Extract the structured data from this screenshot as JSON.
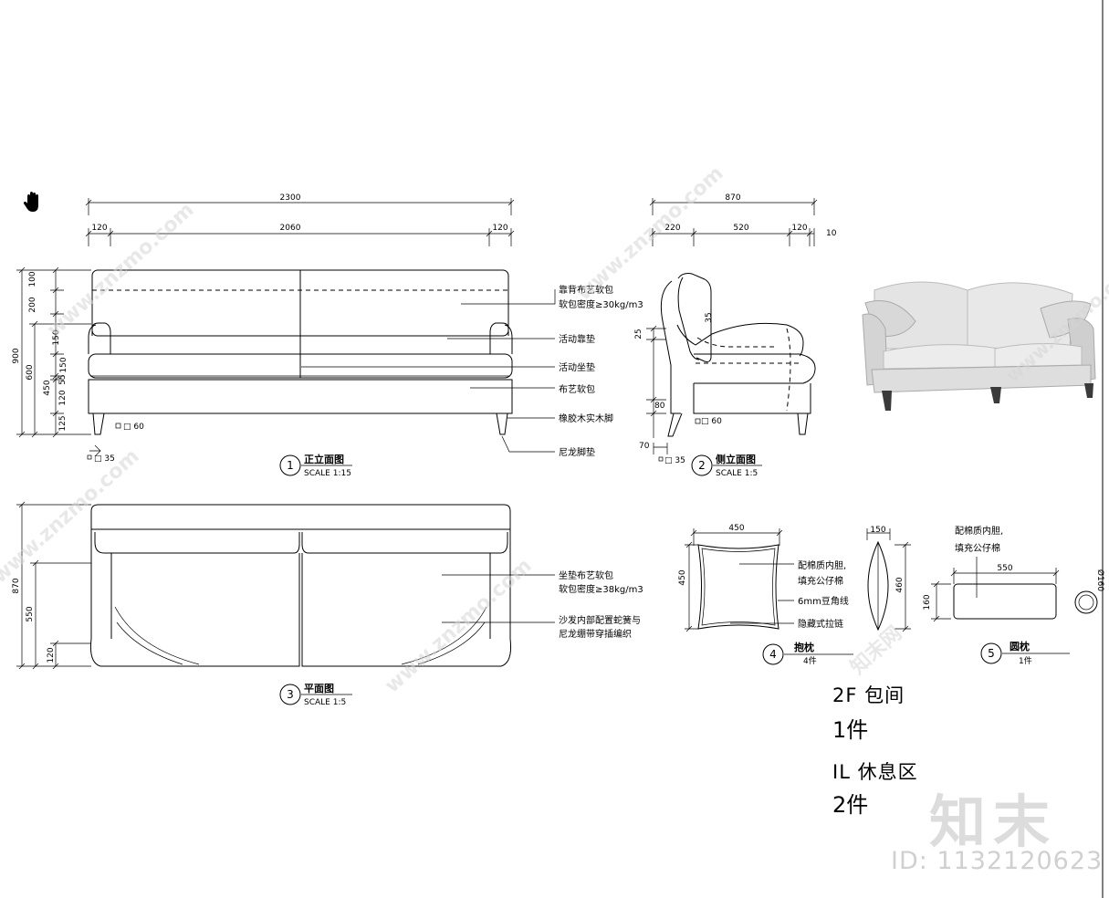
{
  "front_view": {
    "dims_top": {
      "overall": "2300",
      "left": "120",
      "middle": "2060",
      "right": "120"
    },
    "dims_left": {
      "total": "900",
      "seat": "600",
      "d100": "100",
      "d200": "200",
      "d150a": "150",
      "d150b": "150",
      "d450": "450",
      "d55": "55",
      "d120": "120",
      "d125": "125"
    },
    "leg_note": "□ 60",
    "foot_note": "□ 35",
    "callouts": [
      "靠背布艺软包",
      "软包密度≥30kg/m3",
      "活动靠垫",
      "活动坐垫",
      "布艺软包",
      "橡胶木实木脚",
      "尼龙脚垫"
    ],
    "number": "1",
    "title": "正立面图",
    "scale": "SCALE 1:15"
  },
  "side_view": {
    "dims_top": {
      "overall": "870",
      "d220": "220",
      "d520": "520",
      "d120": "120",
      "d10": "10"
    },
    "dims_misc": {
      "d25": "25",
      "d35": "35",
      "d80": "80",
      "d70": "70"
    },
    "leg_note": "□ 60",
    "foot_note": "□ 35",
    "number": "2",
    "title": "侧立面图",
    "scale": "SCALE 1:5"
  },
  "plan_view": {
    "dims_left": {
      "total": "870",
      "seat": "550",
      "d120": "120"
    },
    "callouts": [
      "坐垫布艺软包",
      "软包密度≥38kg/m3",
      "沙发内部配置蛇簧与",
      "尼龙绷带穿插编织"
    ],
    "number": "3",
    "title": "平面图",
    "scale": "SCALE 1:5"
  },
  "pillow": {
    "dims": {
      "width": "450",
      "height": "450",
      "depth": "150",
      "side_h": "460"
    },
    "callouts": [
      "配棉质内胆,",
      "填充公仔棉",
      "6mm豆角线",
      "隐藏式拉链"
    ],
    "number": "4",
    "title": "抱枕",
    "count": "4件"
  },
  "bolster": {
    "dims": {
      "length": "550",
      "dia": "160",
      "end": "Ø160"
    },
    "callouts": [
      "配棉质内胆,",
      "填充公仔棉"
    ],
    "number": "5",
    "title": "圆枕",
    "count": "1件"
  },
  "notes": {
    "l1a": "2F 包间",
    "l1b": "1件",
    "l2a": "IL 休息区",
    "l2b": "2件"
  },
  "watermark": {
    "url": "www.znzmo.com",
    "brand": "知末网",
    "logo": "知末",
    "id": "ID: 1132120623"
  }
}
